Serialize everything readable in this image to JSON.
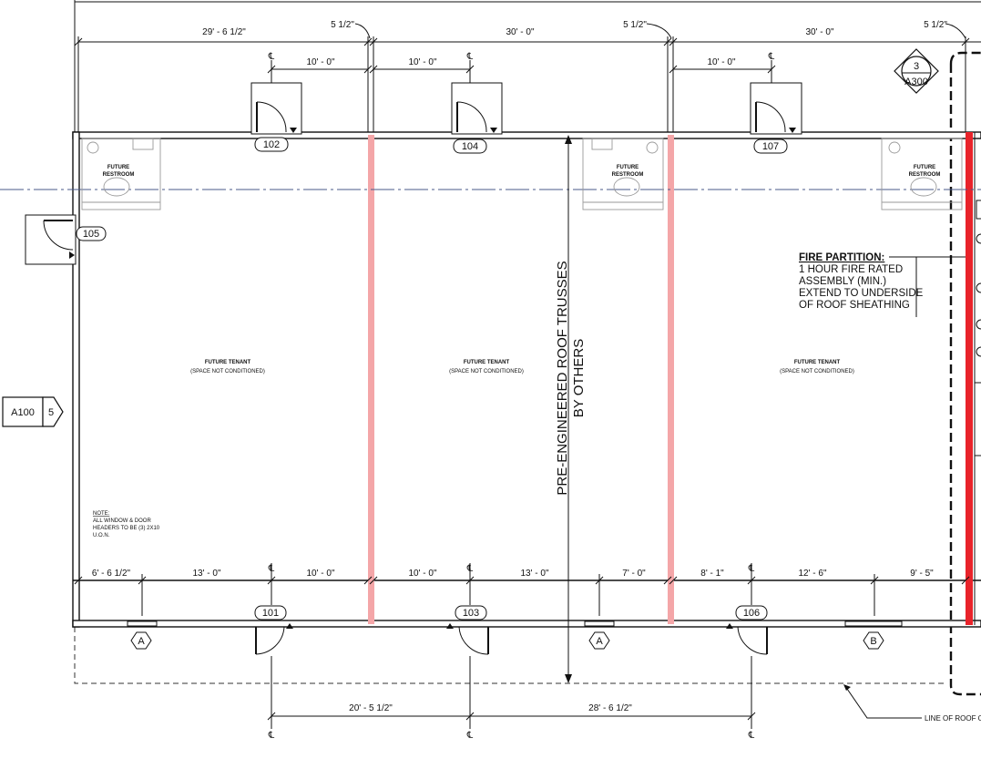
{
  "dimensions": {
    "top_bay_1": "29' - 6 1/2\"",
    "top_gap_1": "5 1/2\"",
    "top_bay_2": "30' - 0\"",
    "top_gap_2": "5 1/2\"",
    "top_bay_3": "30' - 0\"",
    "top_gap_3": "5 1/2\"",
    "door_offset_1": "10' - 0\"",
    "door_offset_2": "10' - 0\"",
    "door_offset_3": "10' - 0\"",
    "bottom_1": "6' - 6 1/2\"",
    "bottom_2": "13' - 0\"",
    "bottom_3": "10' - 0\"",
    "bottom_4": "10' - 0\"",
    "bottom_5": "13' - 0\"",
    "bottom_6": "7' - 0\"",
    "bottom_7": "8' - 1\"",
    "bottom_8": "12' - 6\"",
    "bottom_9": "9' - 5\"",
    "door_spacing_1": "20' - 5 1/2\"",
    "door_spacing_2": "28' - 6 1/2\""
  },
  "centerline_symbol": "℄",
  "doors": [
    "102",
    "104",
    "107",
    "105",
    "101",
    "103",
    "106"
  ],
  "windows": [
    "A",
    "A",
    "B"
  ],
  "rooms": {
    "restroom_label_1": "FUTURE",
    "restroom_label_2": "RESTROOM",
    "tenant_label": "FUTURE TENANT",
    "tenant_sub": "(SPACE NOT CONDITIONED)"
  },
  "section_callout": {
    "number": "3",
    "sheet": "A300"
  },
  "elevation_callout": {
    "sheet": "A100",
    "number": "5"
  },
  "fire_partition": {
    "title": "FIRE PARTITION:",
    "lines": [
      "1 HOUR FIRE RATED",
      "ASSEMBLY (MIN.)",
      "EXTEND TO UNDERSIDE",
      "OF ROOF SHEATHING"
    ]
  },
  "trusses": {
    "line1": "PRE-ENGINEERED ROOF TRUSSES",
    "line2": "BY OTHERS"
  },
  "note": {
    "title": "NOTE:",
    "lines": [
      "ALL WINDOW & DOOR",
      "HEADERS TO BE (3) 2X10",
      "U.O.N."
    ]
  },
  "roof_line": "LINE OF ROOF O",
  "colors": {
    "partition_red": "#e8232a",
    "demising_pink": "#f4a6a8",
    "centerline_blue": "#4a5a8a"
  }
}
